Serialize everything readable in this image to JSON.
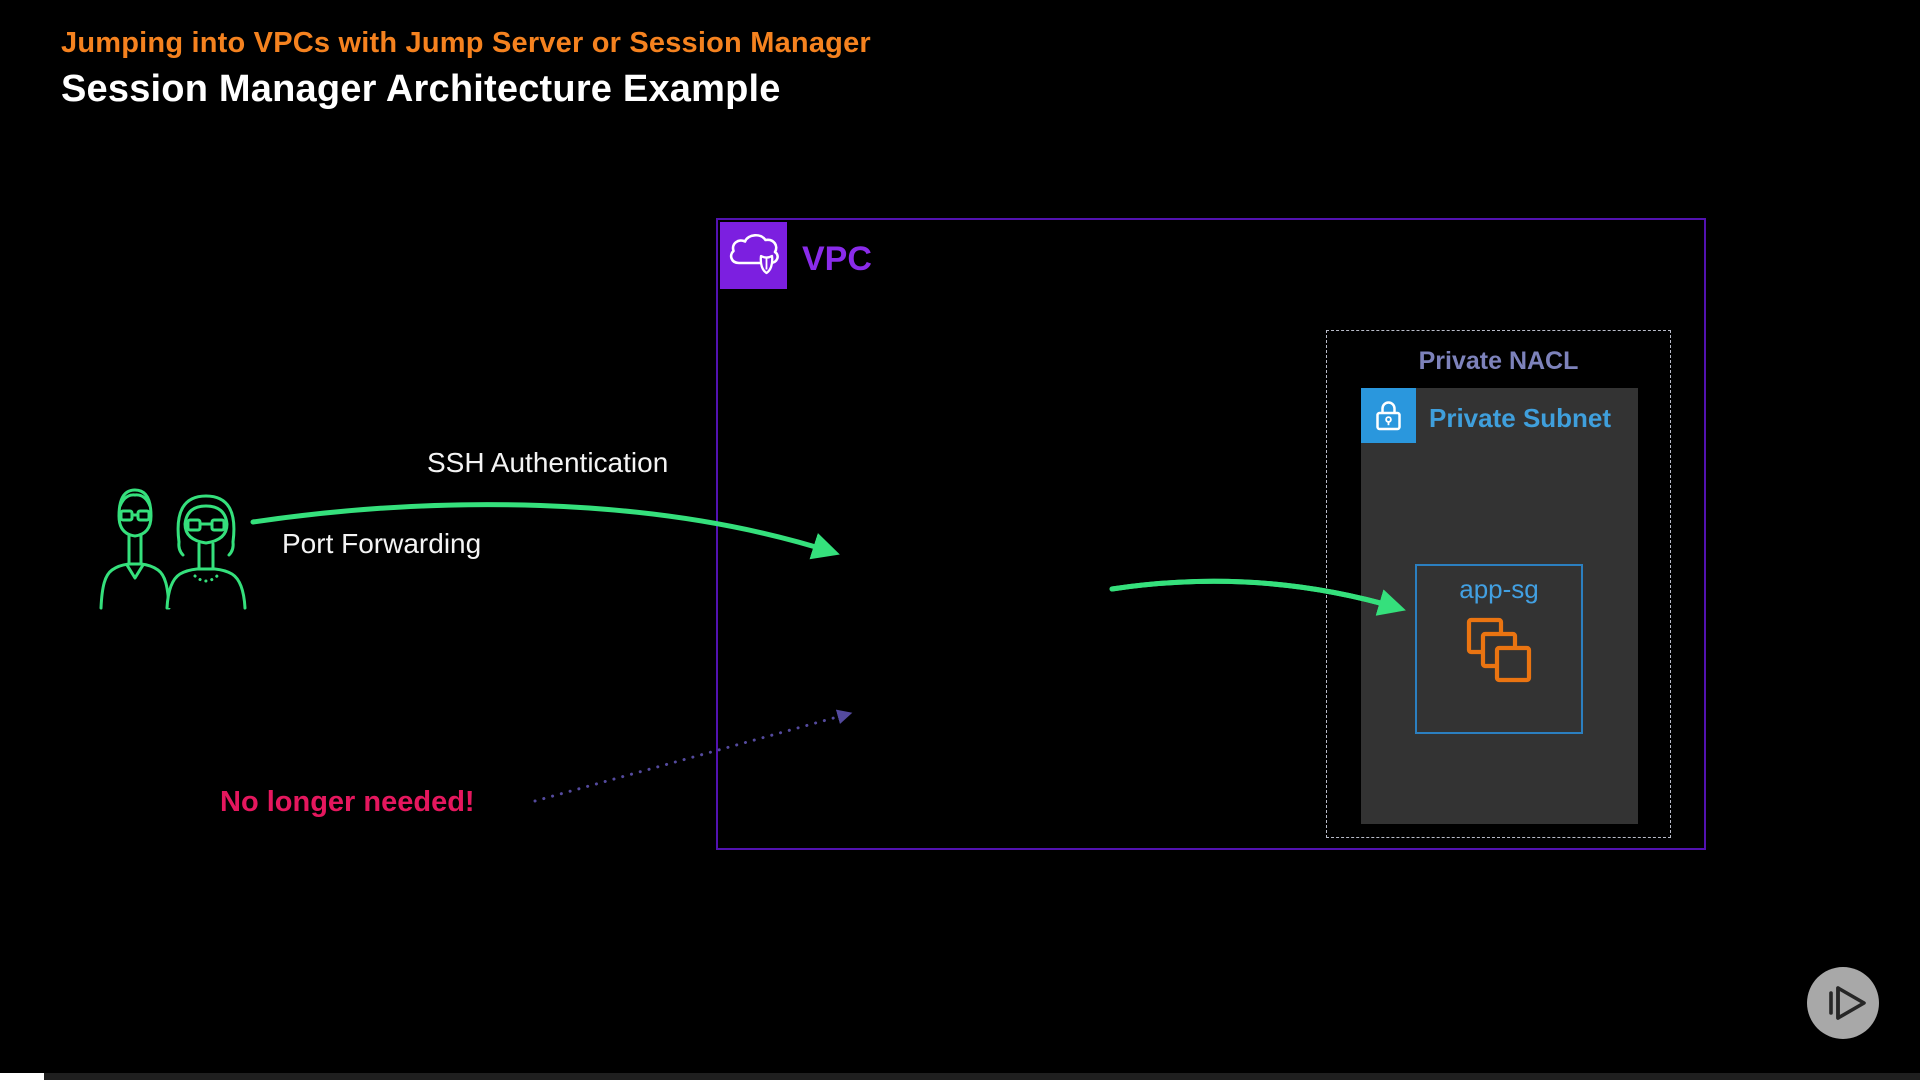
{
  "header": {
    "supertitle": "Jumping into VPCs with Jump Server or Session Manager",
    "title": "Session Manager Architecture Example"
  },
  "diagram": {
    "vpc": {
      "label": "VPC",
      "icon": "vpc-cloud-shield-icon"
    },
    "private_nacl": {
      "label": "Private NACL"
    },
    "private_subnet": {
      "label": "Private Subnet",
      "icon": "lock-icon"
    },
    "security_group": {
      "label": "app-sg",
      "icon": "instances-stack-icon"
    },
    "users": {
      "icon": "two-users-glasses-icon"
    },
    "annotations": {
      "ssh_authentication": "SSH Authentication",
      "port_forwarding": "Port Forwarding",
      "no_longer_needed": "No longer needed!"
    },
    "arrows": [
      {
        "name": "ssh-port-forwarding-arrow",
        "style": "solid",
        "color": "#35e07c",
        "from": "users",
        "to": "vpc-interior"
      },
      {
        "name": "to-app-sg-arrow",
        "style": "solid",
        "color": "#35e07c",
        "from": "vpc-interior",
        "to": "app-sg"
      },
      {
        "name": "obsolete-path-arrow",
        "style": "dotted",
        "color": "#544a9e",
        "from": "no-longer-needed-label",
        "to": "vpc-interior"
      }
    ]
  },
  "player": {
    "brand_logo": "pluralsight-play-logo",
    "progress_percent": 2.3
  },
  "colors": {
    "background": "#000000",
    "supertitle_orange": "#f5821f",
    "title_white": "#ffffff",
    "vpc_purple_label": "#8a2bea",
    "vpc_border_purple": "#5212b0",
    "vpc_icon_bg": "#7c1fe0",
    "nacl_text": "#7d82bb",
    "subnet_bg": "#333333",
    "subnet_blue": "#3f9fdc",
    "lock_icon_bg": "#2a97dd",
    "sg_border_blue": "#2b7fc0",
    "sg_icon_orange": "#ea7411",
    "arrow_green": "#35e07c",
    "dotted_arrow_purple": "#544a9e",
    "alert_pink": "#e5175e"
  }
}
